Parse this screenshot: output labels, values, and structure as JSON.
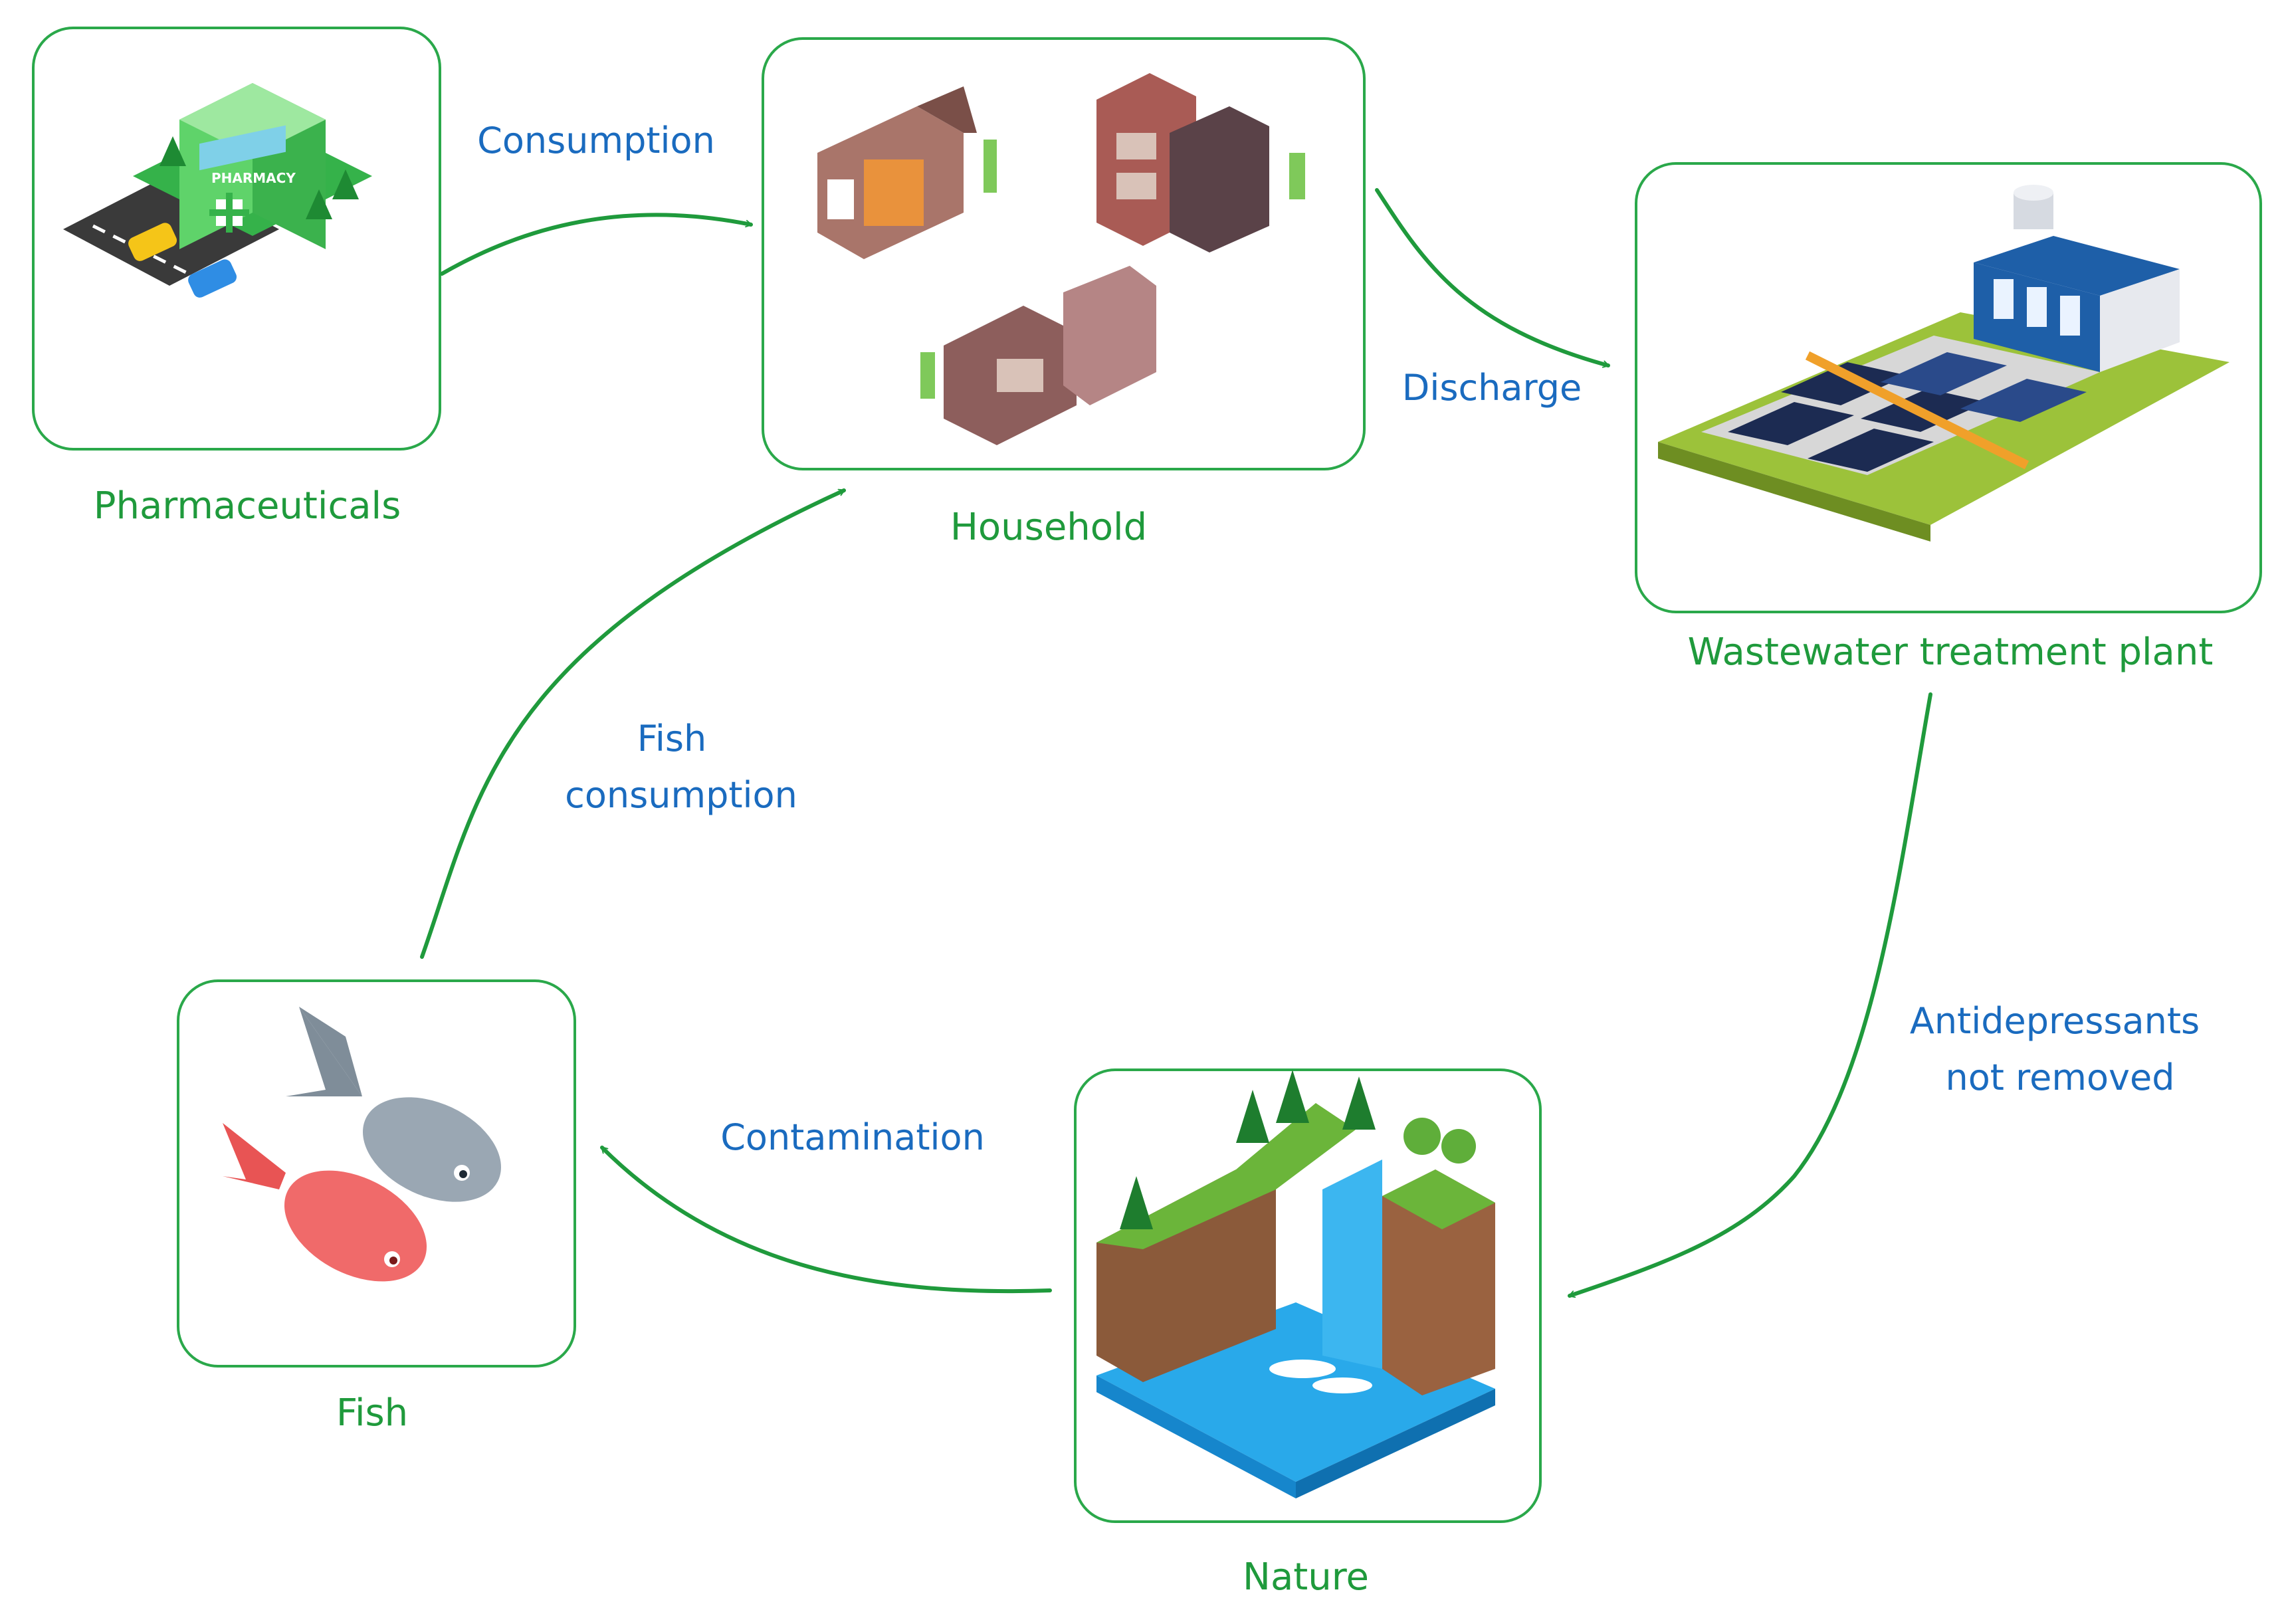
{
  "nodes": {
    "pharmaceuticals": "Pharmaceuticals",
    "household": "Household",
    "wastewater": "Wastewater treatment plant",
    "nature": "Nature",
    "fish": "Fish"
  },
  "edges": {
    "consumption": "Consumption",
    "discharge": "Discharge",
    "antidepressants_line1": "Antidepressants",
    "antidepressants_line2": "not removed",
    "contamination": "Contamination",
    "fish_consumption_line1": "Fish",
    "fish_consumption_line2": "consumption"
  },
  "pharmacy_sign": "PHARMACY",
  "colors": {
    "node_text": "#1f9a3c",
    "edge_text": "#1a6bbf",
    "arrow": "#1f9a3c",
    "box_border": "#2aa84a"
  }
}
